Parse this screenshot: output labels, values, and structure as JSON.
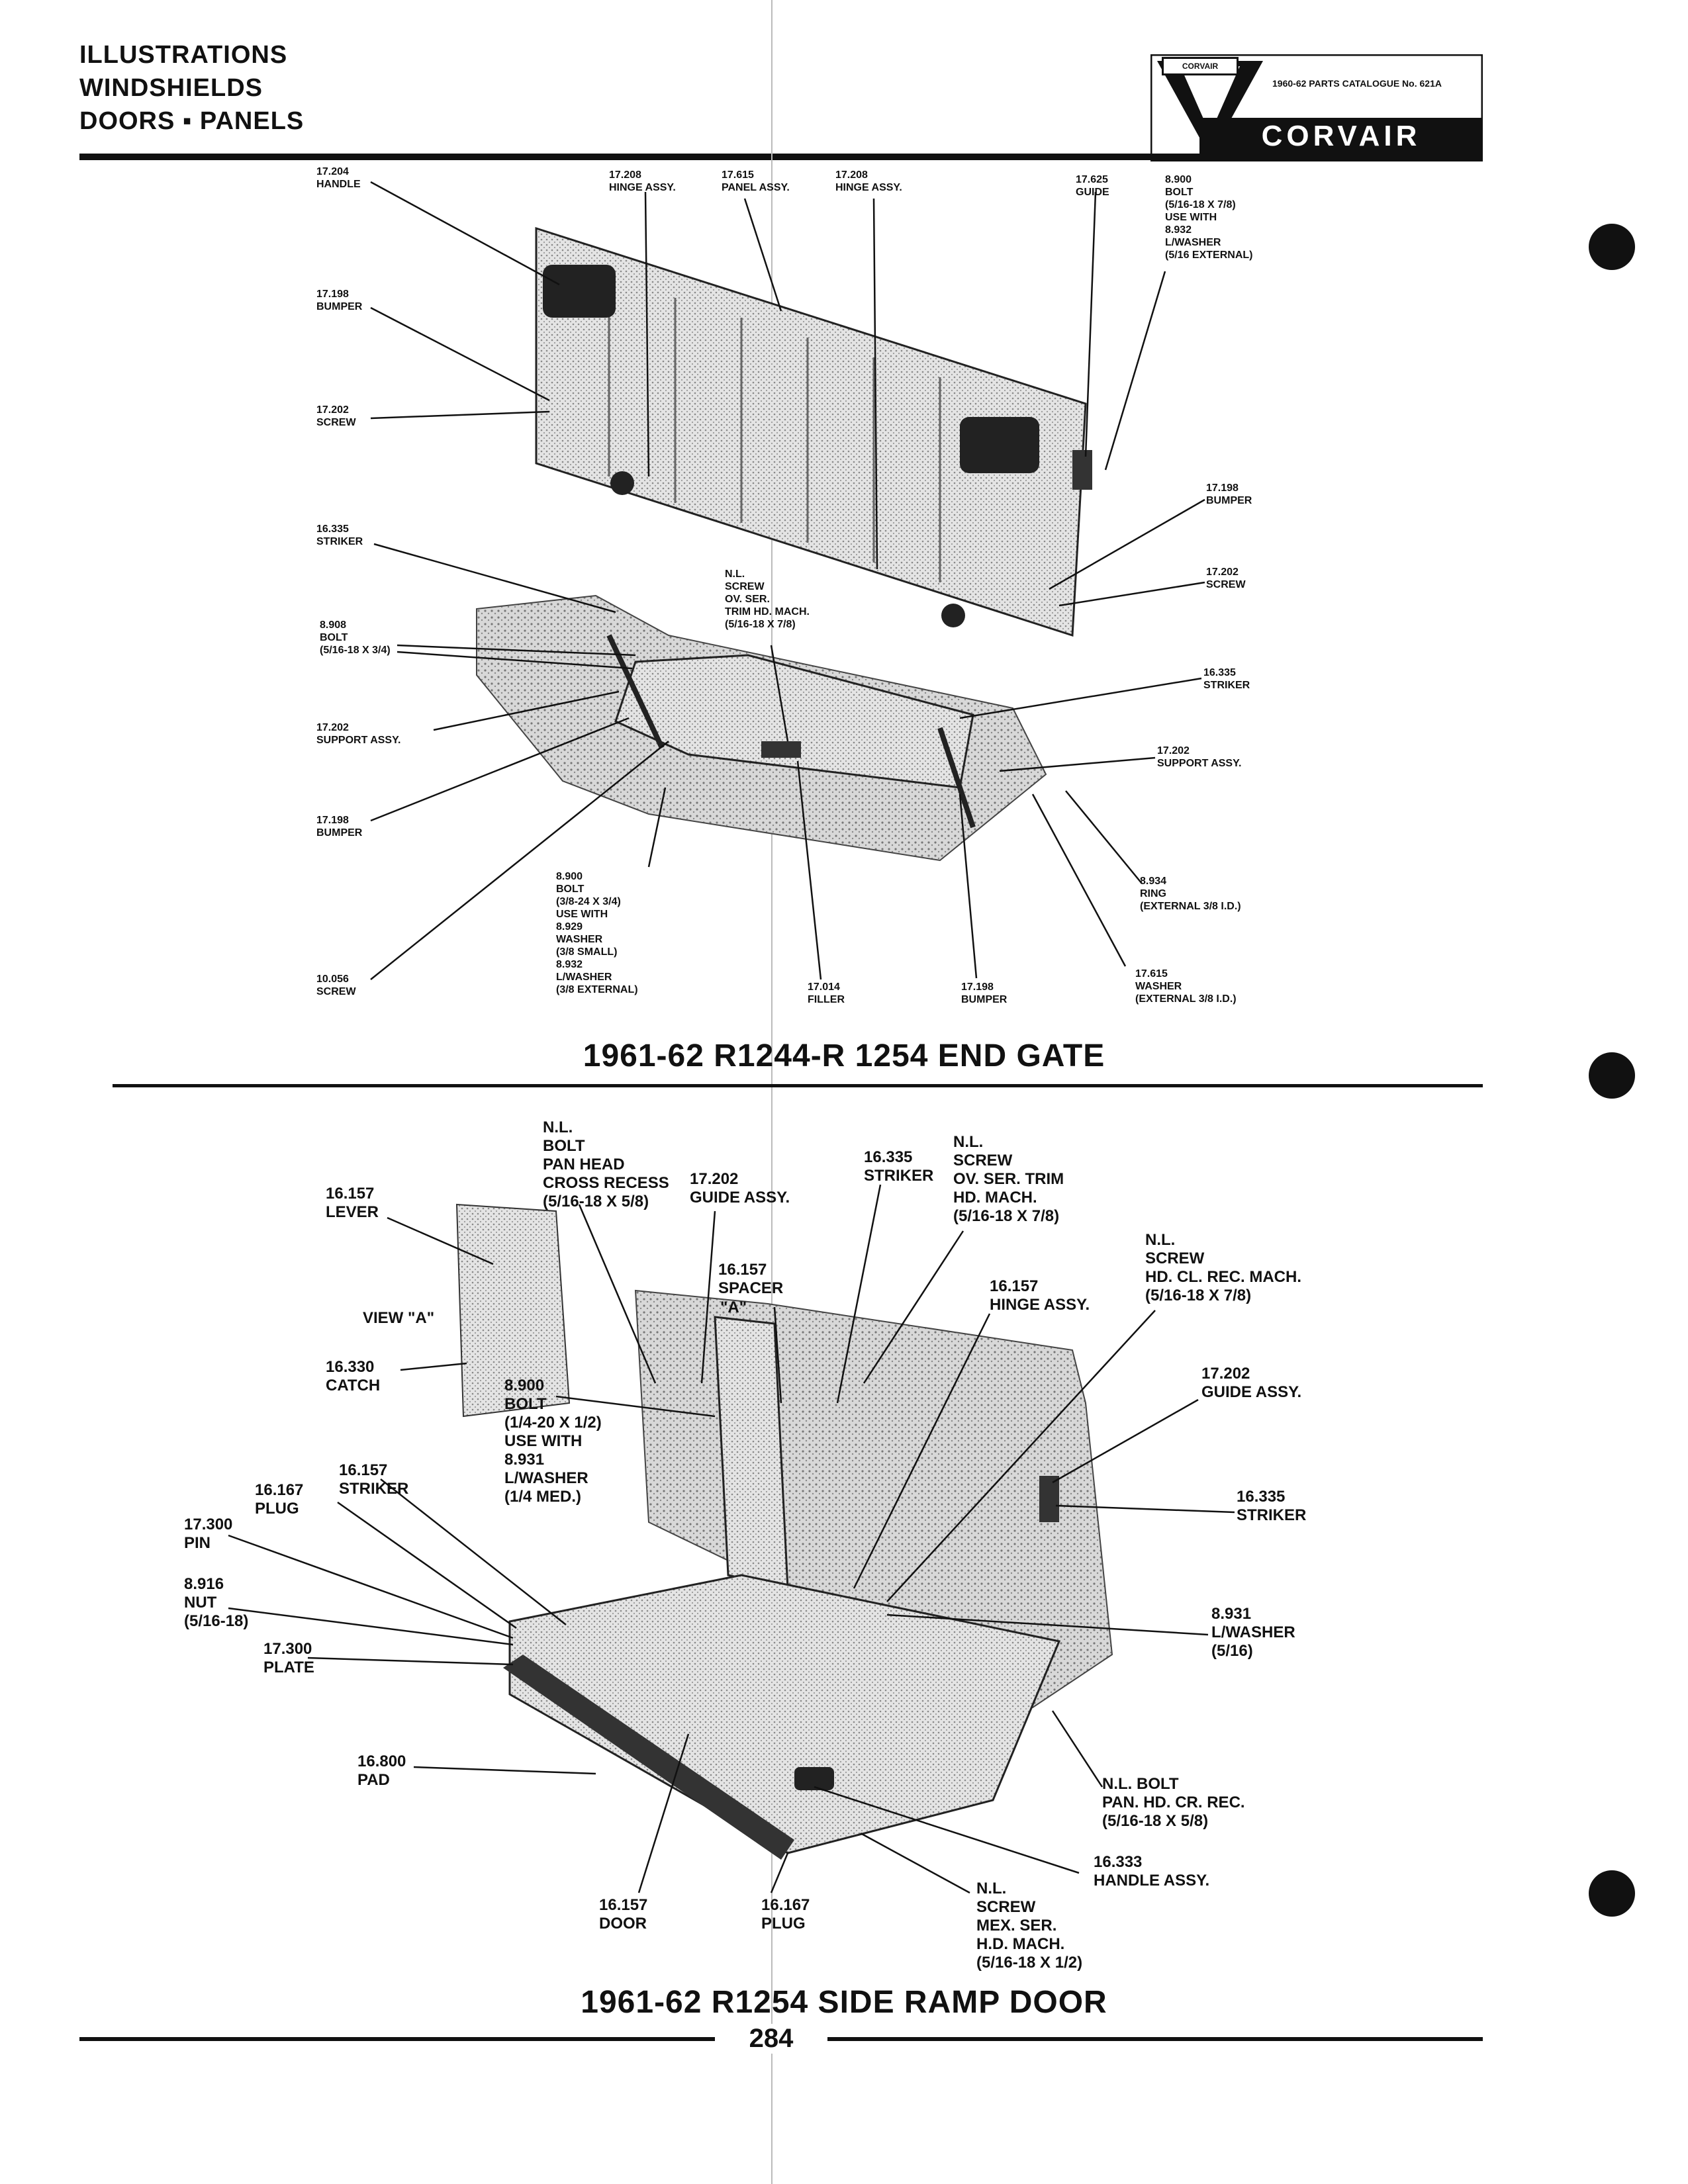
{
  "header": {
    "lines": [
      "ILLUSTRATIONS",
      "WINDSHIELDS",
      "DOORS ▪ PANELS"
    ],
    "catalogue": "1960-62 PARTS CATALOGUE No. 621A",
    "brand": "CORVAIR",
    "badge": "CORVAIR"
  },
  "end_gate": {
    "title": "1961-62 R1244-R 1254 END GATE",
    "labels": {
      "handle": "17.204\nHANDLE",
      "bumper1": "17.198\nBUMPER",
      "screw1": "17.202\nSCREW",
      "striker1": "16.335\nSTRIKER",
      "bolt1": "8.908\nBOLT\n(5/16-18 x 3/4)",
      "support1": "17.202\nSUPPORT ASSY.",
      "bumper2": "17.198\nBUMPER",
      "bolt2": "8.900\nBOLT\n(3/8-24 x 3/4)\nUSE WITH\n8.929\nWASHER\n(3/8 SMALL)\n8.932\nL/WASHER\n(3/8 EXTERNAL)",
      "screw2": "10.056\nSCREW",
      "hinge1": "17.208\nHINGE ASSY.",
      "panel": "17.615\nPANEL ASSY.",
      "hinge2": "17.208\nHINGE ASSY.",
      "nlscrew": "N.L.\nSCREW\nOV. SER.\nTRIM HD. MACH.\n(5/16-18 x 7/8)",
      "filler": "17.014\nFILLER",
      "bumper3": "17.198\nBUMPER",
      "guide": "17.625\nGUIDE",
      "bolt3": "8.900\nBOLT\n(5/16-18 x 7/8)\nUSE WITH\n8.932\nL/WASHER\n(5/16 EXTERNAL)",
      "bumper4": "17.198\nBUMPER",
      "screw3": "17.202\nSCREW",
      "striker2": "16.335\nSTRIKER",
      "support2": "17.202\nSUPPORT ASSY.",
      "ring": "8.934\nRING\n(EXTERNAL 3/8 I.D.)",
      "washer": "17.615\nWASHER\n(EXTERNAL 3/8 I.D.)"
    }
  },
  "side_ramp": {
    "title": "1961-62 R1254 SIDE RAMP DOOR",
    "labels": {
      "lever": "16.157\nLEVER",
      "view": "VIEW \"A\"",
      "catch": "16.330\nCATCH",
      "striker_l": "16.157\nSTRIKER",
      "plug1": "16.167\nPLUG",
      "pin": "17.300\nPIN",
      "nut": "8.916\nNUT\n(5/16-18)",
      "plate": "17.300\nPLATE",
      "pad": "16.800\nPAD",
      "door": "16.157\nDOOR",
      "plug2": "16.167\nPLUG",
      "nlbolt1": "N.L.\nBOLT\nPAN HEAD\nCROSS RECESS\n(5/16-18 x 5/8)",
      "guide1": "17.202\nGUIDE ASSY.",
      "spacer": "16.157\nSPACER",
      "view_a": "\"A\"",
      "bolt": "8.900\nBOLT\n(1/4-20 x 1/2)\nUSE WITH\n8.931\nL/WASHER\n(1/4 MED.)",
      "striker_t": "16.335\nSTRIKER",
      "nlscrew1": "N.L.\nSCREW\nOV. SER. TRIM\nHD. MACH.\n(5/16-18 x 7/8)",
      "hinge": "16.157\nHINGE ASSY.",
      "nlscrew2": "N.L.\nSCREW\nHD. CL. REC. MACH.\n(5/16-18 x 7/8)",
      "guide2": "17.202\nGUIDE ASSY.",
      "striker_r": "16.335\nSTRIKER",
      "lwasher": "8.931\nL/WASHER\n(5/16)",
      "nlbolt2": "N.L. BOLT\nPAN. HD. CR. REC.\n(5/16-18 x 5/8)",
      "handle": "16.333\nHANDLE ASSY.",
      "nlscrew3": "N.L.\nSCREW\nMEX. SER.\nH.D. MACH.\n(5/16-18 x 1/2)"
    }
  },
  "footer": {
    "page": "284"
  }
}
